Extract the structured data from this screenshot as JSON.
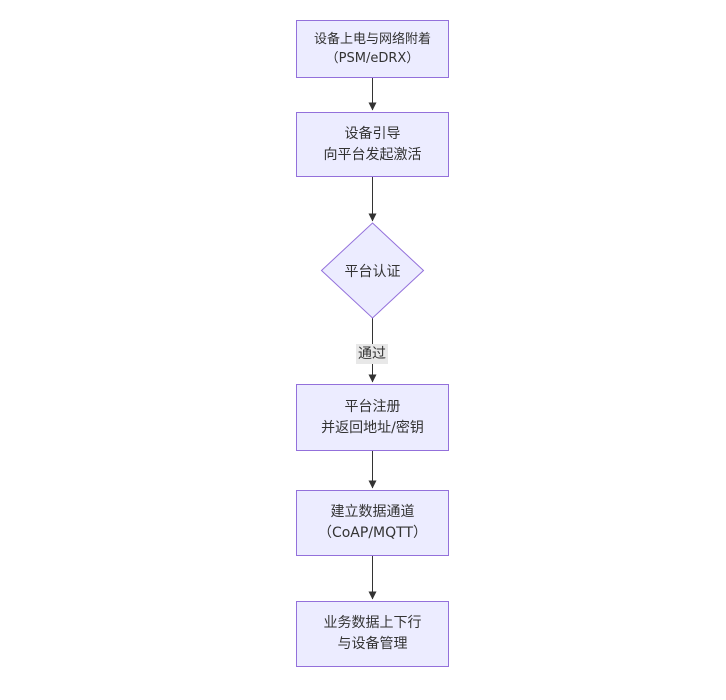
{
  "diagram": {
    "type": "flowchart",
    "direction": "top-down",
    "nodes": [
      {
        "id": "n1",
        "shape": "rect",
        "line1": "设备上电与网络附着",
        "line2": "（PSM/eDRX）"
      },
      {
        "id": "n2",
        "shape": "rect",
        "line1": "设备引导",
        "line2": "向平台发起激活"
      },
      {
        "id": "n3",
        "shape": "diamond",
        "label": "平台认证"
      },
      {
        "id": "n4",
        "shape": "rect",
        "line1": "平台注册",
        "line2": "并返回地址/密钥"
      },
      {
        "id": "n5",
        "shape": "rect",
        "line1": "建立数据通道",
        "line2": "（CoAP/MQTT）"
      },
      {
        "id": "n6",
        "shape": "rect",
        "line1": "业务数据上下行",
        "line2": "与设备管理"
      }
    ],
    "edges": [
      {
        "from": "n1",
        "to": "n2",
        "label": ""
      },
      {
        "from": "n2",
        "to": "n3",
        "label": ""
      },
      {
        "from": "n3",
        "to": "n4",
        "label": "通过"
      },
      {
        "from": "n4",
        "to": "n5",
        "label": ""
      },
      {
        "from": "n5",
        "to": "n6",
        "label": ""
      }
    ],
    "colors": {
      "node_fill": "#ECECFF",
      "node_border": "#9370DB",
      "arrow": "#333333",
      "edge_label_background": "#e8e8e8",
      "text": "#333333",
      "background": "#ffffff"
    }
  }
}
